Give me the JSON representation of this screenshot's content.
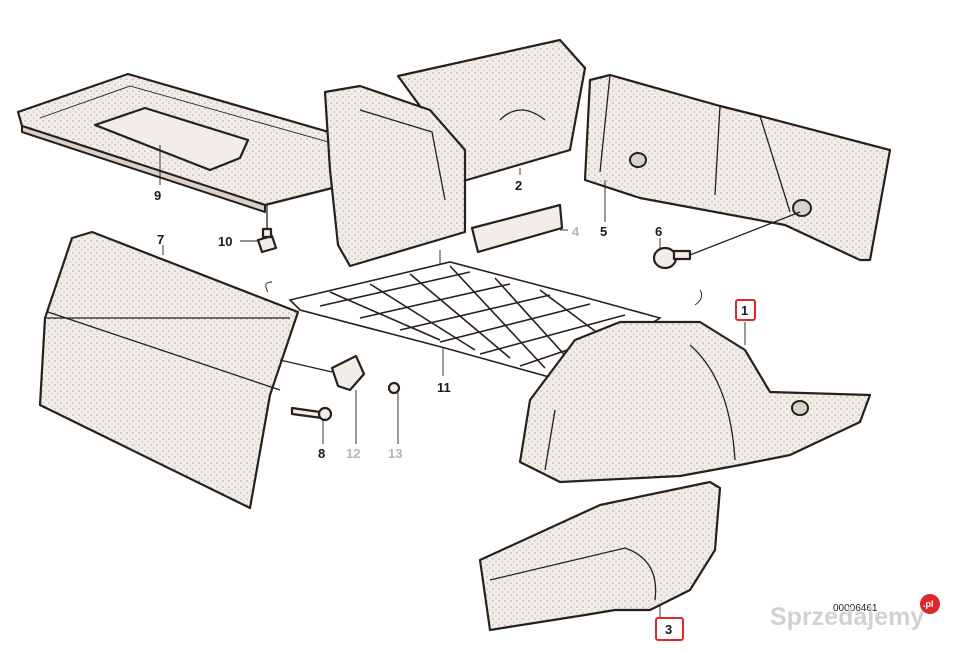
{
  "labels": {
    "p1": "1",
    "p2": "2",
    "p3": "3",
    "p4": "4",
    "p5": "5",
    "p6": "6",
    "p7": "7",
    "p8": "8",
    "p9": "9",
    "p10": "10",
    "p11": "11",
    "p12": "12",
    "p13": "13"
  },
  "diagram_code": "00006461",
  "watermark": {
    "text": "Sprzedajemy",
    "badge": ".pl"
  },
  "colors": {
    "highlight": "#e0262d",
    "faded_label": "#b5b5b5"
  }
}
